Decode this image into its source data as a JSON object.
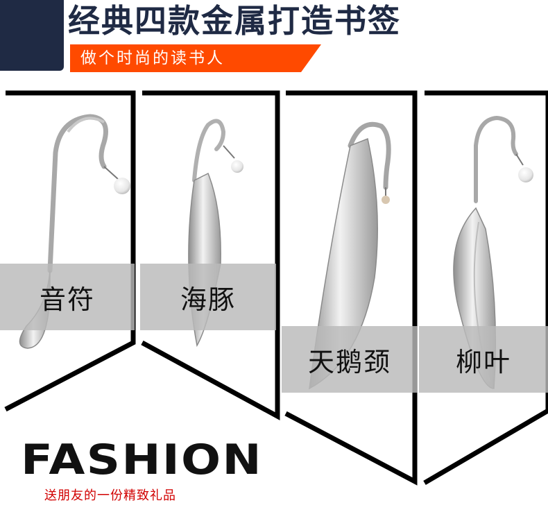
{
  "header": {
    "title": "经典四款金属打造书签",
    "subtitle": "做个时尚的读书人"
  },
  "products": [
    {
      "name": "音符"
    },
    {
      "name": "海豚"
    },
    {
      "name": "天鹅颈"
    },
    {
      "name": "柳叶"
    }
  ],
  "footer": {
    "fashion": "FASHION",
    "tagline": "送朋友的一份精致礼品"
  },
  "colors": {
    "navy": "#1f2a44",
    "orange": "#ff4a00",
    "red_text": "#d10000",
    "panel_frame": "#000000"
  }
}
